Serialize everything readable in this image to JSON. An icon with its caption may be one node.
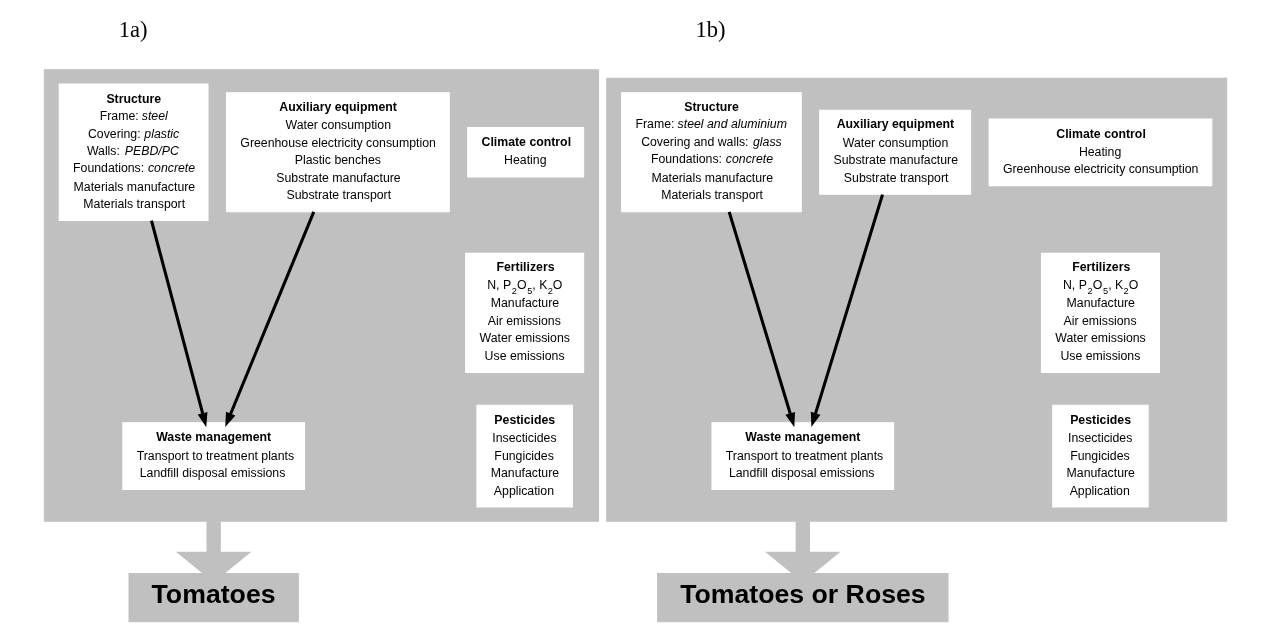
{
  "diagram": {
    "nodes": [
      {
        "text": [],
        "shape": "box"
      },
      {
        "text": [
          "Structure",
          "Frame: *steel*",
          "Covering: *plastic*",
          "Walls: *PEBD/PC*",
          "Foundations: *concrete*",
          "Materials manufacture",
          "Materials transport"
        ],
        "in": 0
      },
      {
        "text": [
          "Auxiliary equipment",
          "Water consumption",
          "Greenhouse electricity consumption",
          "Plastic benches",
          "Substrate manufacture",
          "Substrate transport"
        ],
        "in": 0
      },
      {
        "text": [
          "Climate control",
          "Heating"
        ],
        "in": 0
      },
      {
        "text": [
          "Fertilizers",
          "N, P$_{2}$O$_{5}$, K$_{2}$O",
          "Manufacture",
          "Air emissions",
          "Water emissions",
          "Use emissions"
        ],
        "in": 0
      },
      {
        "text": [
          "Pesticides",
          "Insecticides",
          "Fungicides",
          "Manufacture",
          "Application"
        ],
        "in": 0
      },
      {
        "text": [
          "Waste management",
          "Transport to treatment plants",
          "Landfill disposal emissions"
        ],
        "in": 0
      },
      {
        "text": [
          "Tomatoes"
        ]
      },
      {
        "text": [],
        "shape": "box"
      },
      {
        "text": [
          "Structure",
          "Frame: *steel and aluminium*",
          "Covering and walls: *glass*",
          "Foundations: *concrete*",
          "Materials manufacture",
          "Materials transport"
        ],
        "in": 8
      },
      {
        "text": [
          "Auxiliary equipment",
          "Water consumption",
          "Substrate manufacture",
          "Substrate transport"
        ],
        "in": 8
      },
      {
        "text": [
          "Climate control",
          "Heating",
          "Greenhouse electricity consumption"
        ],
        "in": 8
      },
      {
        "text": [
          "Fertilizers",
          "N, P$_{2}$O$_{5}$, K$_{2}$O",
          "Manufacture",
          "Air emissions",
          "Water emissions",
          "Use emissions"
        ],
        "in": 8
      },
      {
        "text": [
          "Pesticides",
          "Insecticides",
          "Fungicides",
          "Manufacture",
          "Application"
        ],
        "in": 8
      },
      {
        "text": [
          "Waste management",
          "Transport to treatment plants",
          "Landfill disposal emissions"
        ],
        "in": 8
      },
      {
        "text": [
          "Tomatoes or Roses"
        ]
      }
    ],
    "edges": [
      {
        "from": 1,
        "to": 6,
        "arrow": "to"
      },
      {
        "from": 2,
        "to": 6,
        "arrow": "to"
      },
      {
        "from": 0,
        "to": 7,
        "arrow": "to",
        "style": "thick",
        "color": "#c0c0c0"
      },
      {
        "from": 9,
        "to": 14,
        "arrow": "to"
      },
      {
        "from": 10,
        "to": 14,
        "arrow": "to"
      },
      {
        "from": 8,
        "to": 15,
        "arrow": "to",
        "style": "thick",
        "color": "#c0c0c0"
      }
    ],
    "labels": [
      "1a)",
      "1b)"
    ]
  }
}
